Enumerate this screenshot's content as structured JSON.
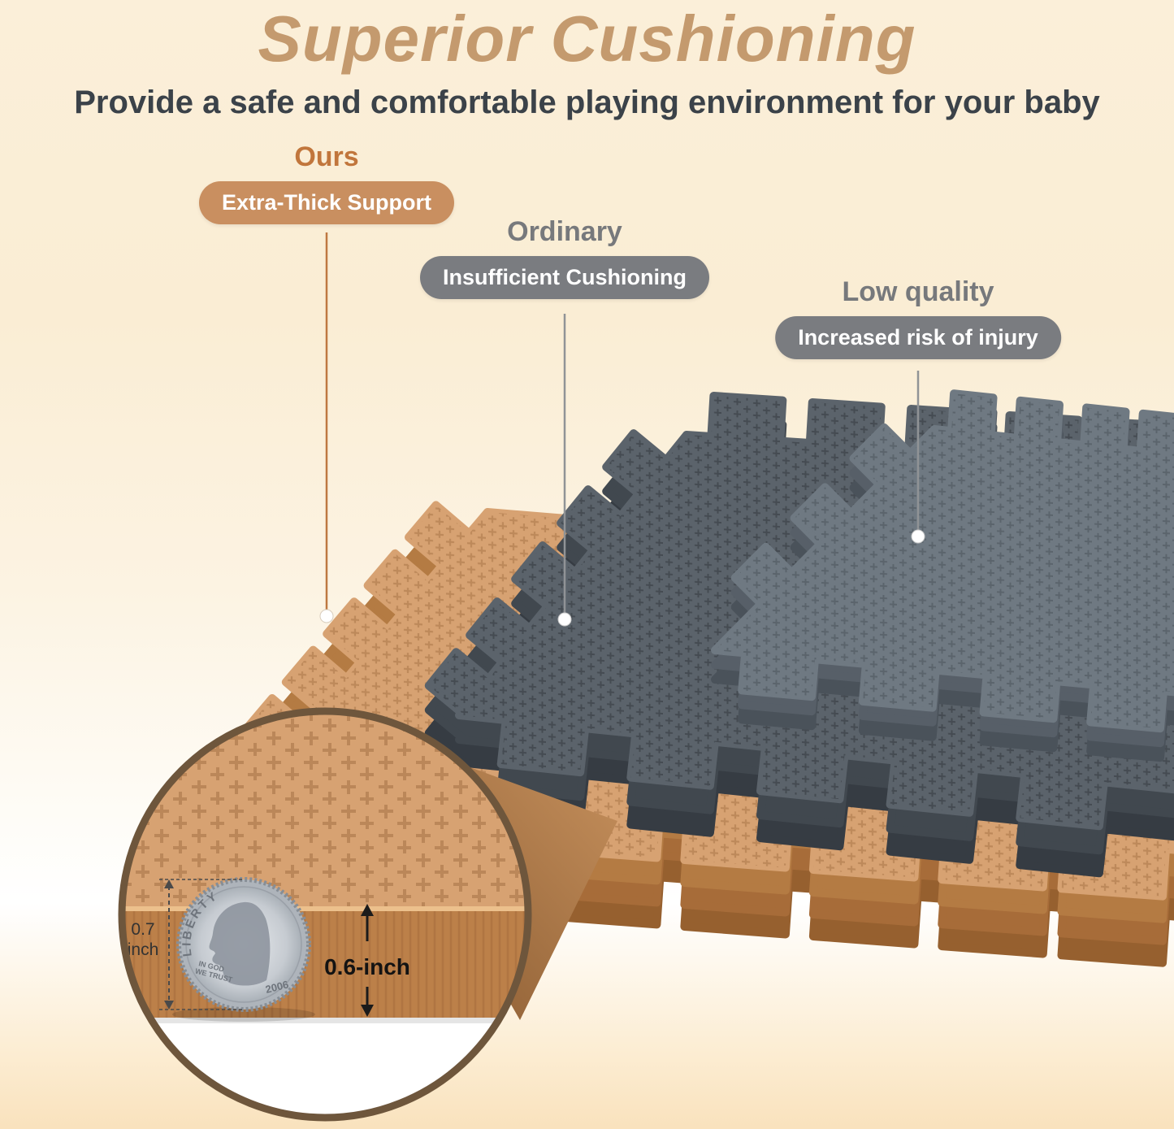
{
  "title": "Superior Cushioning",
  "subtitle": "Provide a safe and comfortable playing environment for your baby",
  "comparisons": [
    {
      "name": "Ours",
      "badge": "Extra-Thick Support",
      "accent_color": "#C1763C",
      "badge_color": "#C98F60"
    },
    {
      "name": "Ordinary",
      "badge": "Insufficient Cushioning",
      "accent_color": "#77797C",
      "badge_color": "#7A7C80"
    },
    {
      "name": "Low quality",
      "badge": "Increased risk of injury",
      "accent_color": "#77797C",
      "badge_color": "#7A7C80"
    }
  ],
  "mats": [
    {
      "name": "extra-thick interlocking foam mat",
      "compared_as": "Ours",
      "top_color": "#D7A272"
    },
    {
      "name": "ordinary interlocking foam mat",
      "compared_as": "Ordinary",
      "top_color": "#5B636B"
    },
    {
      "name": "low quality interlocking foam mat",
      "compared_as": "Low quality",
      "top_color": "#6F7982"
    }
  ],
  "inset": {
    "coin_thickness_value": "0.7",
    "coin_thickness_unit": "inch",
    "mat_thickness_label": "0.6-inch",
    "coin_top_text": "LIBERTY",
    "coin_motto_line1": "IN GOD",
    "coin_motto_line2": "WE TRUST",
    "coin_year": "2006"
  },
  "colors": {
    "background_top": "#FBEFD9",
    "background_bottom": "#F9E2BD",
    "title": "#C49A6E",
    "subtitle": "#3B4249"
  }
}
